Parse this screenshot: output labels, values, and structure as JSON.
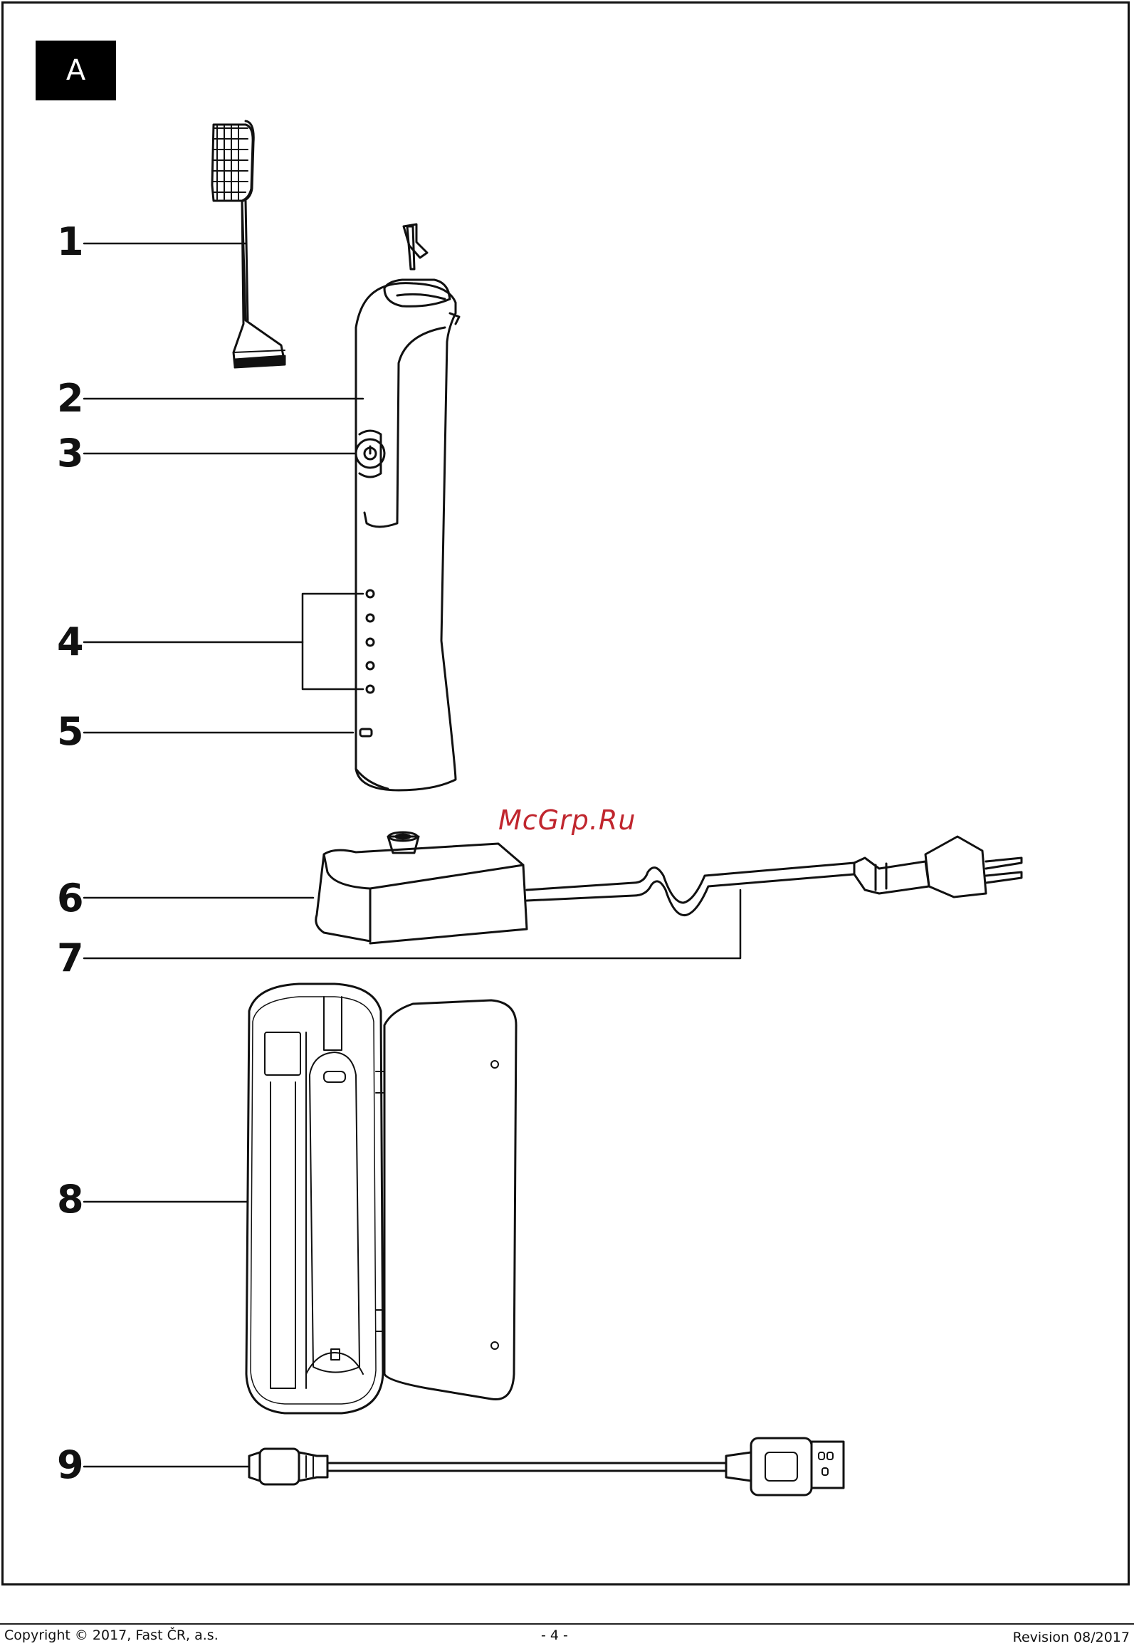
{
  "section": "A",
  "watermark": "McGrp.Ru",
  "callouts": [
    {
      "id": "1",
      "name": "brush-head"
    },
    {
      "id": "2",
      "name": "handle"
    },
    {
      "id": "3",
      "name": "power-button"
    },
    {
      "id": "4",
      "name": "battery-indicators"
    },
    {
      "id": "5",
      "name": "charging-indicator"
    },
    {
      "id": "6",
      "name": "charging-base"
    },
    {
      "id": "7",
      "name": "power-cord"
    },
    {
      "id": "8",
      "name": "travel-case"
    },
    {
      "id": "9",
      "name": "usb-cable"
    }
  ],
  "footer": {
    "copyright": "Copyright © 2017, Fast ČR, a.s.",
    "page": "- 4 -",
    "revision": "Revision 08/2017"
  }
}
